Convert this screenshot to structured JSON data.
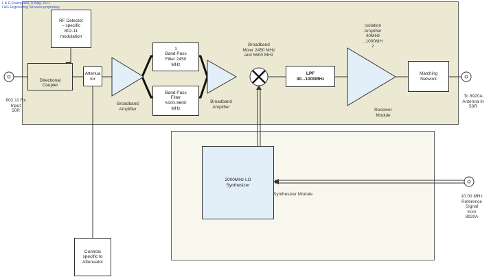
{
  "header": {
    "line1": "L & G Enterprises, R.Bag, 2011",
    "line2": "L&G Engineering Services proprietary"
  },
  "colors": {
    "rf_panel": "#ebe9d2",
    "synth_panel": "#f8f7ee",
    "block_fill": "#ffffff",
    "amp_fill": "#e2eef8",
    "synth_fill": "#e2eef8",
    "header_text": "#3355cc"
  },
  "blocks": {
    "rf_detector": "RF Detector\n– specific\n802.11\nmodulation",
    "directional_coupler": "Directional\nCoupler",
    "attenuator": "Attenua\ntor",
    "bpf_2450": "1\nBand Pass\nFilter 2450\nMHz",
    "bpf_5100": "Band Pass\nFilter\n5100-5600\nMHz",
    "lpf": "LPF\n40...1000MHz",
    "matching_network": "Matching\nNetwork",
    "synthesizer": "2000MHz LO\nSynthesizer",
    "controls": "Controls\nspecific to\nAttenuator"
  },
  "labels": {
    "input": "802.11 Rx\nInput\n50R",
    "broadband_amp_1": "Broadband\nAmplifier",
    "broadband_amp_2": "Broadband\nAmplifier",
    "mixer": "Broadband\nMixer 2450 MHz\nand 5600 MHz",
    "isolation_amp": "Isolation\nAmplifier\n40MHz\n..1000MH\nz",
    "receiver_module": "Receiver\nModule",
    "output": "To 8920A\nAntenna In\n50R",
    "synthesizer_module": "Synthesizer Module",
    "reference": "10.00 MHz\nReference\nSignal\nfrom\n8920A"
  }
}
